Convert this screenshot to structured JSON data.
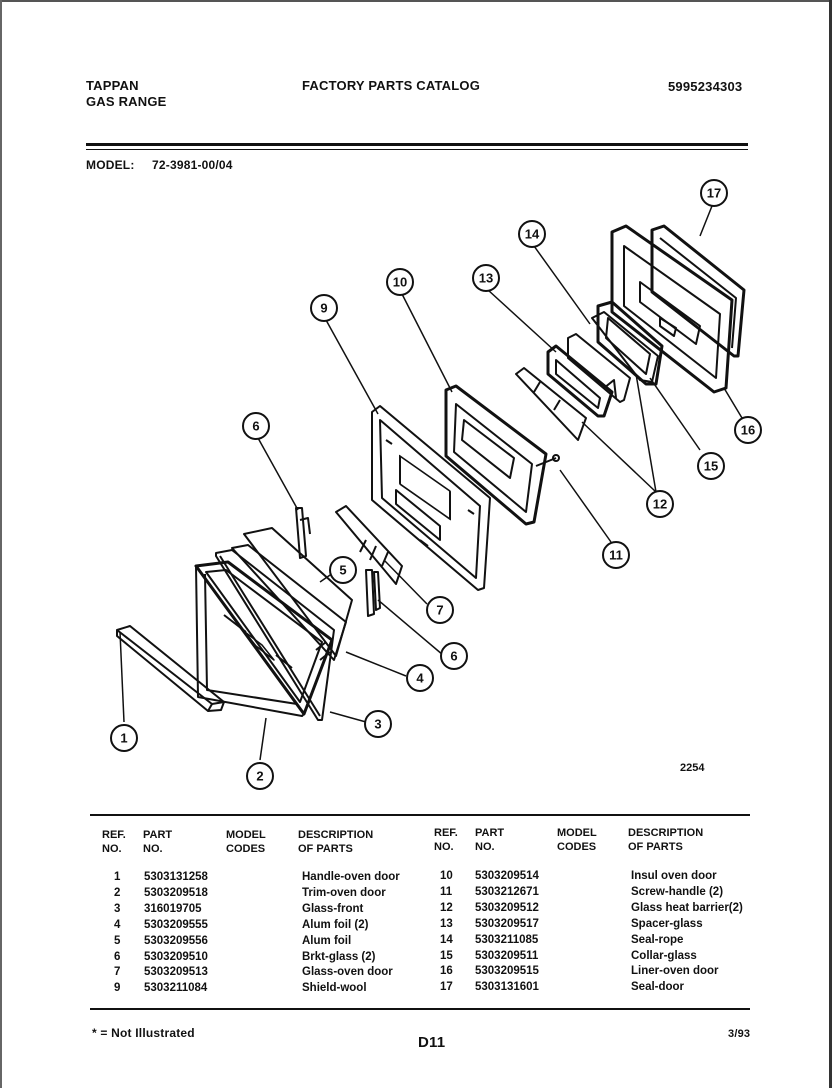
{
  "header": {
    "brand": "TAPPAN",
    "product": "GAS RANGE",
    "title": "FACTORY PARTS CATALOG",
    "catalog_number": "5995234303"
  },
  "model": {
    "label": "MODEL:",
    "value": "72-3981-00/04"
  },
  "diagram": {
    "figure_number": "2254",
    "callouts": [
      "1",
      "2",
      "3",
      "4",
      "5",
      "6",
      "6",
      "7",
      "9",
      "10",
      "11",
      "12",
      "12",
      "13",
      "14",
      "15",
      "16",
      "17"
    ]
  },
  "table": {
    "headers": {
      "ref": "REF.",
      "ref2": "NO.",
      "part": "PART",
      "part2": "NO.",
      "model": "MODEL",
      "model2": "CODES",
      "desc": "DESCRIPTION",
      "desc2": "OF PARTS"
    },
    "left_rows": [
      {
        "ref": "1",
        "part": "5303131258",
        "desc": "Handle-oven door"
      },
      {
        "ref": "2",
        "part": "5303209518",
        "desc": "Trim-oven door"
      },
      {
        "ref": "3",
        "part": "316019705",
        "desc": "Glass-front"
      },
      {
        "ref": "4",
        "part": "5303209555",
        "desc": "Alum foil (2)"
      },
      {
        "ref": "5",
        "part": "5303209556",
        "desc": "Alum foil"
      },
      {
        "ref": "6",
        "part": "5303209510",
        "desc": "Brkt-glass (2)"
      },
      {
        "ref": "7",
        "part": "5303209513",
        "desc": "Glass-oven door"
      },
      {
        "ref": "9",
        "part": "5303211084",
        "desc": "Shield-wool"
      }
    ],
    "right_rows": [
      {
        "ref": "10",
        "part": "5303209514",
        "desc": "Insul oven door"
      },
      {
        "ref": "11",
        "part": "5303212671",
        "desc": "Screw-handle (2)"
      },
      {
        "ref": "12",
        "part": "5303209512",
        "desc": "Glass heat barrier(2)"
      },
      {
        "ref": "13",
        "part": "5303209517",
        "desc": "Spacer-glass"
      },
      {
        "ref": "14",
        "part": "5303211085",
        "desc": "Seal-rope"
      },
      {
        "ref": "15",
        "part": "5303209511",
        "desc": "Collar-glass"
      },
      {
        "ref": "16",
        "part": "5303209515",
        "desc": "Liner-oven door"
      },
      {
        "ref": "17",
        "part": "5303131601",
        "desc": "Seal-door"
      }
    ]
  },
  "footer": {
    "note": "* = Not Illustrated",
    "page": "D11",
    "date": "3/93"
  }
}
